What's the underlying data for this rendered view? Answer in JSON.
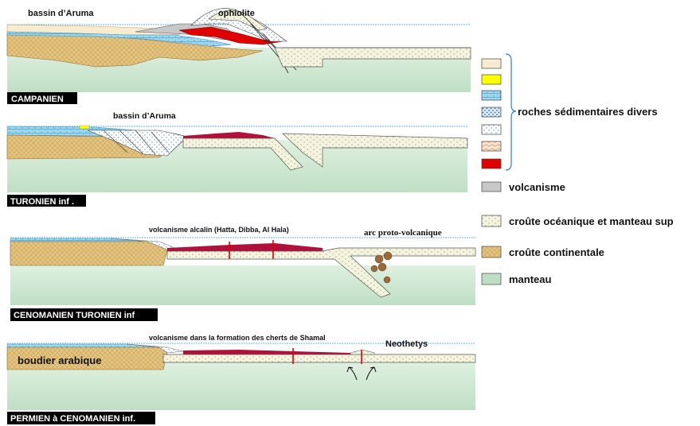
{
  "colors": {
    "mantle": "#cfe8d3",
    "mantle_deep": "#bedfc4",
    "oceanic_crust": "#f4f4e1",
    "continental_crust": "#e3c480",
    "sediment_tan": "#f7ecd0",
    "sediment_yellow": "#ffff00",
    "sediment_blue": "#9fd9ee",
    "sediment_dotted_blue": "#c9e4f7",
    "sediment_white": "#ffffff",
    "sediment_pink": "#f9dcc7",
    "red": "#e00000",
    "crimson": "#b0103a",
    "volcanism_gray": "#c8c8c8",
    "sea_line": "#6ab7e0"
  },
  "panels": [
    {
      "tag": "CAMPANIEN",
      "labels": [
        "bassin d’Aruma",
        "ophiolite"
      ]
    },
    {
      "tag": "TURONIEN inf .",
      "labels": [
        "bassin d’Aruma"
      ]
    },
    {
      "tag": "CENOMANIEN TURONIEN inf",
      "labels": [
        "volcanisme alcalin (Hatta, Dibba,  Al Hala)",
        "arc proto-volcanique"
      ]
    },
    {
      "tag": "PERMIEN à  CENOMANIEN inf.",
      "labels": [
        "volcanisme dans la formation des cherts de Shamal",
        "Neothetys",
        "boudier arabique"
      ]
    }
  ],
  "legend": {
    "sediments_label": "roches sédimentaires divers",
    "volcanism_label": "volcanisme",
    "oceanic_label": "croûte océanique et manteau sup",
    "continental_label": "croûte continentale",
    "mantle_label": "manteau",
    "sediment_swatches": [
      "sediment_tan",
      "sediment_yellow",
      "sediment_blue",
      "sediment_dotted_blue",
      "sediment_white",
      "sediment_pink",
      "red"
    ]
  }
}
